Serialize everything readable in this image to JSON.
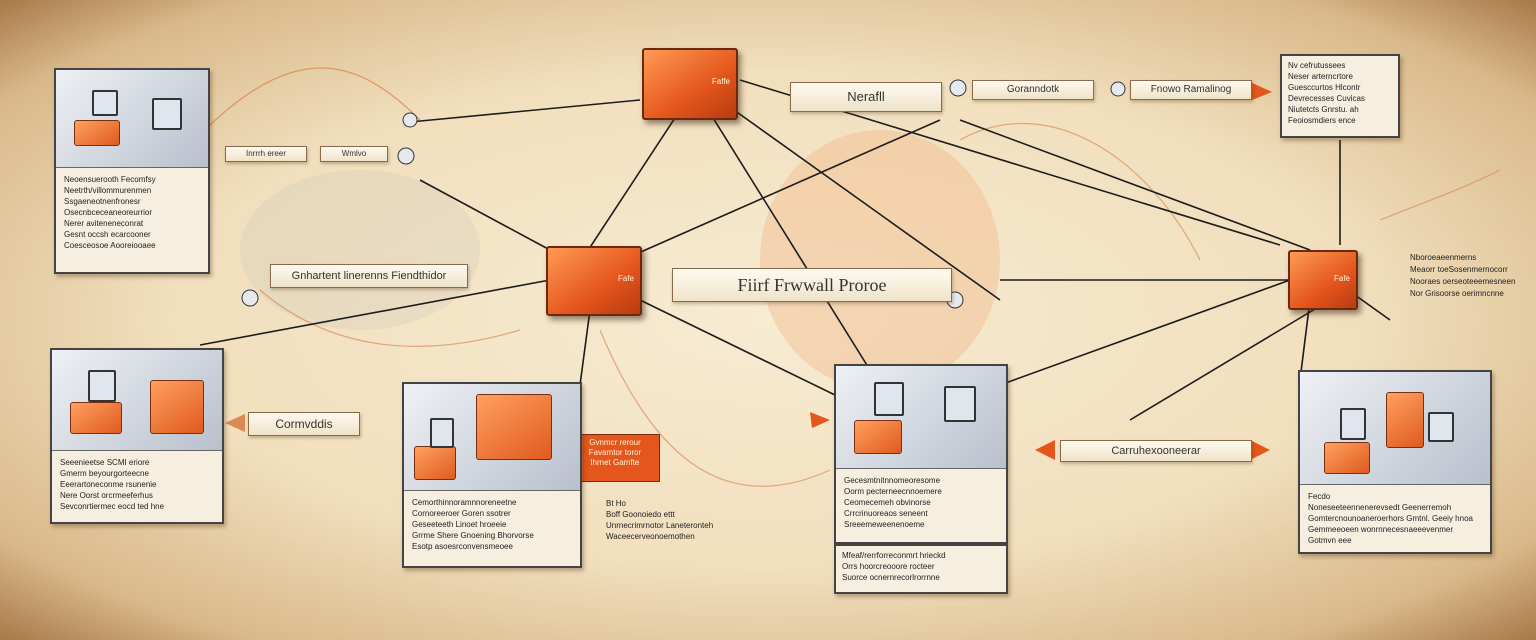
{
  "banners": {
    "top": "Nerafll",
    "main": "Fiirf Frwwall Proroe",
    "left": "Gnhartent linerenns Fiendthidor",
    "small_left": "Cormvddis",
    "right_mid": "Carruhexooneerar",
    "top_right_a": "Goranndotk",
    "top_right_b": "Fnowo Ramalinog"
  },
  "labels": {
    "topleft_chip_a": "Inrrrh ereer",
    "topleft_chip_b": "Wmlvo",
    "cube_top": "Faffe",
    "cube_mid": "Fafe",
    "cube_right": "Fafe",
    "red_tag": "Gvnmcr rerour\nFavamtor toror\nlhrnet Gamfte"
  },
  "texts": {
    "tr_box": "Nv cefrutussees\nNeser arterncrtore\nGuesccurtos Hlcontr\nDevrecesses Cuvicas\nNiutetcts Gnrstu. ah\nFeoiosmdiers ence",
    "p1": "Neoensuerooth Fecomfsy\nNeetrth/villommurenmen\nSsgaeneotnenfronesr\nOsecnbceceaneoreurrior\nNerer aviteneneconrat\nGesnt occsh ecarcooner\nCoesceosoe Aooreiooaee",
    "p2": "Seeenieetse SCMI eriore\nGmerm beyourgorteecne\nEeerartoneconme rsunenie\nNere Oorst orcrmeeferhus\nSevconrtiermec eocd ted hne",
    "p3": "Cemorthinnoramnnoreneetne\nCornoreeroer Goren ssotrer\nGeseeteeth Linoet hroeeie\nGrrme Shere Gnoening Bhorvorse\nEsotp asoesrconvensmeoee",
    "p4": "Bt Ho\nBoff Goonoiedo ettt\nUnrnecrimrnotor Laneteronteh\nWaceecerveonoemothen",
    "p5": "Gecesmtnitnnomeoresome\nOorm pecterneecnnoemere\nCeomecemeh obvinorse\nCrrcrinuoreaos seneent\nSreeemeweenenoeme",
    "p6": "Mfeaf/rerrforreconmrt hrieckd\nOrrs hoorcreooore rocteer\nSuorce ocnernrecorlrorrnne",
    "p7": "Fecdo\nNoneseeteennenerevsedt Geenerremoh\nGomtercnounoaneroerhors Gmtnl. Geeiy hnoa\nGemmeeoeen wonrnnecesnaeeevenmer\nGotmvn eee",
    "p8": "Nboroeaeenmerns\nMeaorr toeSosenmernocorr\nNooraes oerseoteeemesneen\nNor Grisoorse oerimncnne"
  },
  "colors": {
    "accent": "#e4561c",
    "line": "#1c1c1c",
    "arc": "#d98a55",
    "paper": "#f3e4c6"
  }
}
